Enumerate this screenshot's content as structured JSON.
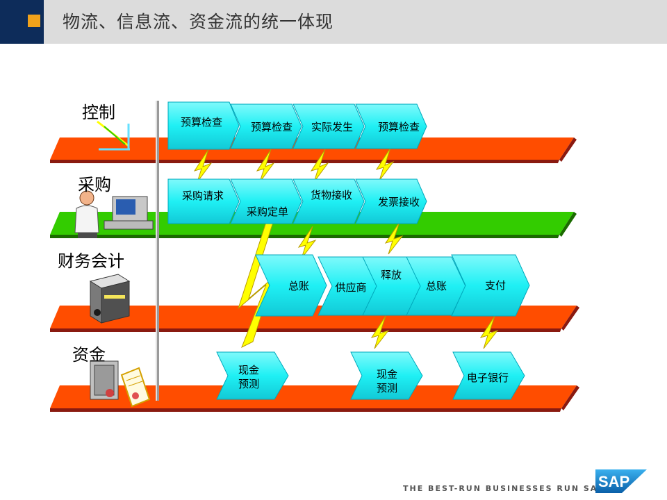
{
  "title": "物流、信息流、资金流的统一体现",
  "lanes": [
    {
      "label": "控制",
      "color": "#ff4d00"
    },
    {
      "label": "采购",
      "color": "#33cc00"
    },
    {
      "label": "财务会计",
      "color": "#ff4d00"
    },
    {
      "label": "资金",
      "color": "#ff4d00"
    }
  ],
  "steps": {
    "control": [
      "预算检查",
      "预算检查",
      "实际发生",
      "预算检查"
    ],
    "purchasing": [
      "采购请求",
      "采购定单",
      "货物接收",
      "发票接收"
    ],
    "finance": [
      "总账",
      "供应商",
      "释放",
      "总账",
      "支付"
    ],
    "treasury_1": [
      "现金",
      "预测"
    ],
    "treasury_2": [
      "现金",
      "预测"
    ],
    "treasury_3": "电子银行"
  },
  "colors": {
    "arrow_fill": "#1ff0f4",
    "arrow_edge": "#00b3c8",
    "bolt": "#ffff00",
    "navy": "#0d2c5a",
    "orange": "#f0a21b"
  },
  "icons": [
    "signal-icon",
    "person-at-computer-icon",
    "server-binder-icon",
    "safe-with-certificate-icon"
  ],
  "footer": {
    "tagline": "THE BEST-RUN BUSINESSES RUN SAP",
    "logo_text": "SAP"
  }
}
